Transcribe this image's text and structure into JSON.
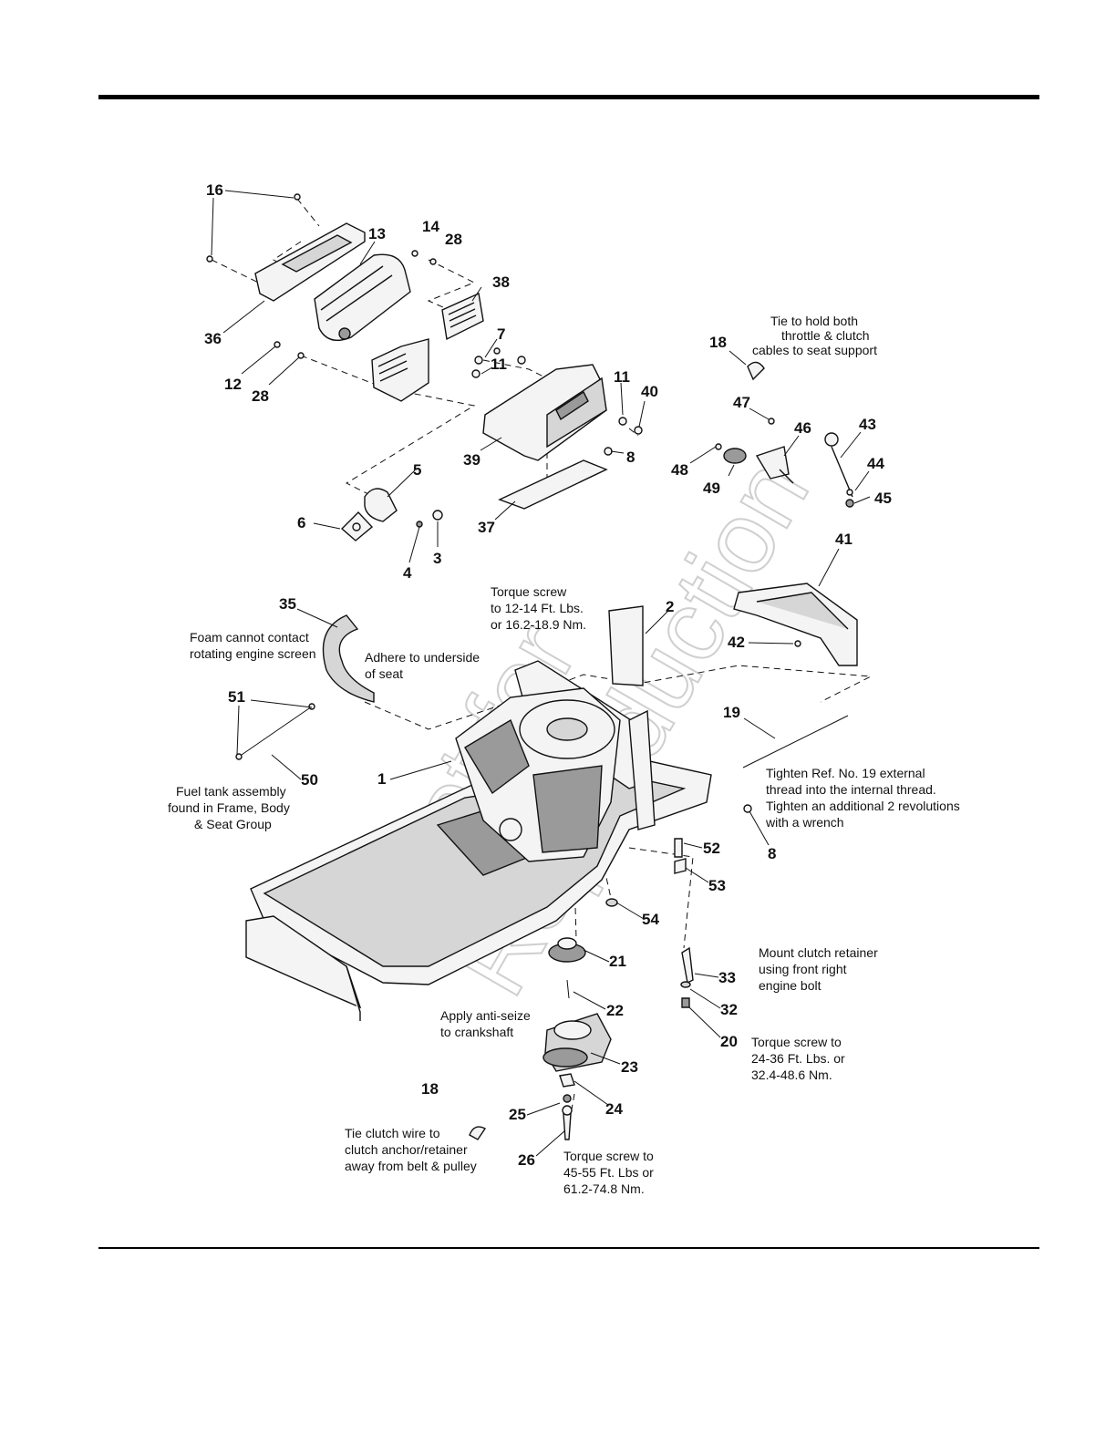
{
  "callouts": {
    "c16": "16",
    "c13": "13",
    "c14": "14",
    "c28a": "28",
    "c38": "38",
    "c36": "36",
    "c7": "7",
    "c12": "12",
    "c28b": "28",
    "c11a": "11",
    "c11b": "11",
    "c40": "40",
    "c39": "39",
    "c8a": "8",
    "c5": "5",
    "c6": "6",
    "c4": "4",
    "c3": "3",
    "c37": "37",
    "c18a": "18",
    "c47": "47",
    "c46": "46",
    "c43": "43",
    "c48": "48",
    "c49": "49",
    "c44": "44",
    "c45": "45",
    "c41": "41",
    "c35": "35",
    "c2": "2",
    "c42": "42",
    "c51": "51",
    "c19": "19",
    "c50": "50",
    "c1": "1",
    "c8b": "8",
    "c52": "52",
    "c53": "53",
    "c54": "54",
    "c21": "21",
    "c33": "33",
    "c22": "22",
    "c32": "32",
    "c20": "20",
    "c23": "23",
    "c18b": "18",
    "c24": "24",
    "c25": "25",
    "c26": "26"
  },
  "notes": {
    "tie_both": [
      "Tie to hold both",
      "throttle & clutch",
      "cables to seat support"
    ],
    "torque_2": [
      "Torque screw",
      "to 12-14 Ft. Lbs.",
      "or 16.2-18.9 Nm."
    ],
    "foam": [
      "Foam cannot contact",
      "rotating engine screen"
    ],
    "adhere": [
      "Adhere to underside",
      "of seat"
    ],
    "fuel_tank": [
      "Fuel tank assembly",
      "found in Frame, Body",
      "& Seat Group"
    ],
    "tighten_19": [
      "Tighten Ref. No. 19 external",
      "thread into the internal thread.",
      "Tighten an additional 2 revolutions",
      "with a wrench"
    ],
    "mount_clutch": [
      "Mount clutch retainer",
      "using front right",
      "engine bolt"
    ],
    "anti_seize": [
      "Apply anti-seize",
      "to crankshaft"
    ],
    "torque_20": [
      "Torque screw to",
      "24-36 Ft. Lbs. or",
      "32.4-48.6 Nm."
    ],
    "tie_clutch": [
      "Tie clutch wire to",
      "clutch anchor/retainer",
      "away from belt & pulley"
    ],
    "torque_26": [
      "Torque screw to",
      "45-55 Ft. Lbs or",
      "61.2-74.8 Nm."
    ]
  },
  "watermark": [
    "Not for",
    "Reproduction"
  ]
}
